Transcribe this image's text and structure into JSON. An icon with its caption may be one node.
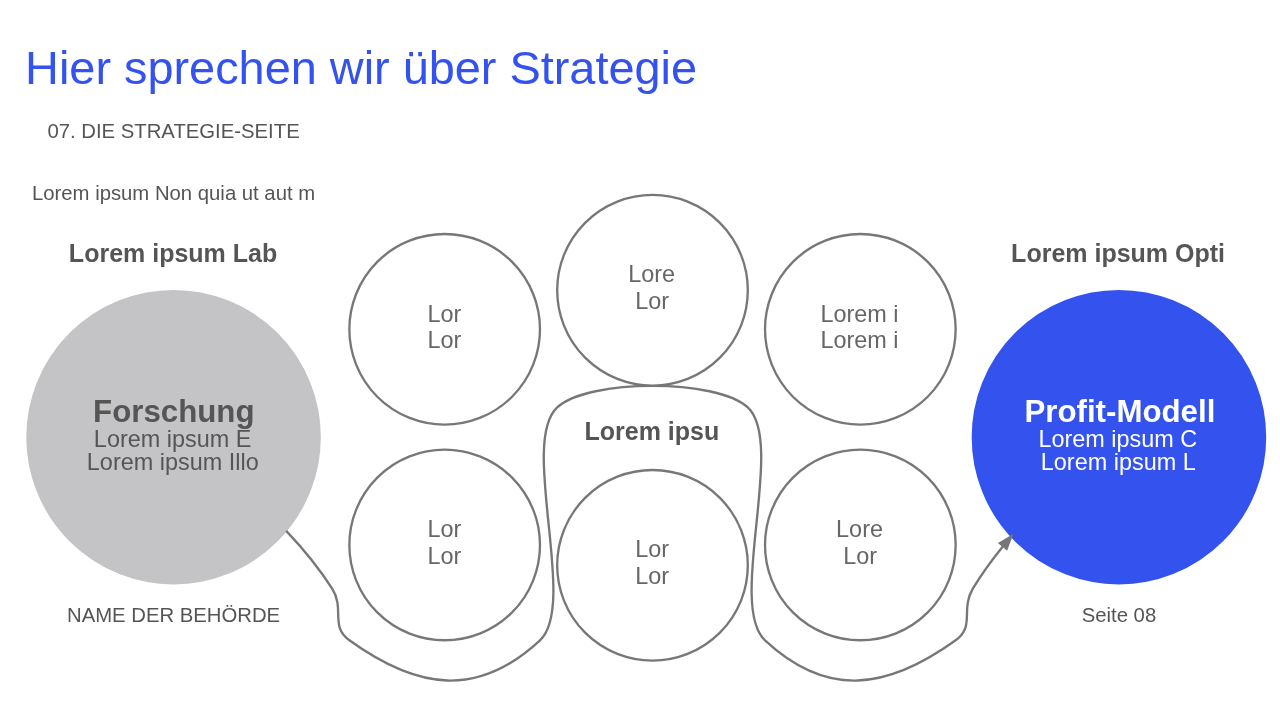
{
  "diagram": {
    "title": "Hier sprechen wir über Strategie",
    "nodes": [
      {
        "text": [
          "Forschung",
          "Lorem ipsum E Lorem ipsum Illo"
        ]
      },
      {
        "text": [
          "Lor Lor"
        ]
      },
      {
        "text": [
          "Lor Lor"
        ]
      },
      {
        "text": [
          "Lore Lor"
        ]
      },
      {
        "text": [
          "Lor Lor"
        ]
      },
      {
        "text": [
          "Lore Lor"
        ]
      },
      {
        "text": [
          "Lorem i Lorem i"
        ]
      },
      {
        "text": [
          "Profit-Modell",
          "Lorem ipsum C Lorem ipsum L"
        ]
      }
    ],
    "edges": [
      {
        "from": 0,
        "to": 7,
        "arrow": "to"
      }
    ],
    "labels": [
      "07. DIE STRATEGIE-SEITE",
      "Lorem ipsum Non quia ut aut m",
      "Lorem ipsum Lab",
      "Lorem ipsu",
      "Lorem ipsum Opti",
      "NAME DER BEHÖRDE",
      "Seite 08"
    ]
  }
}
